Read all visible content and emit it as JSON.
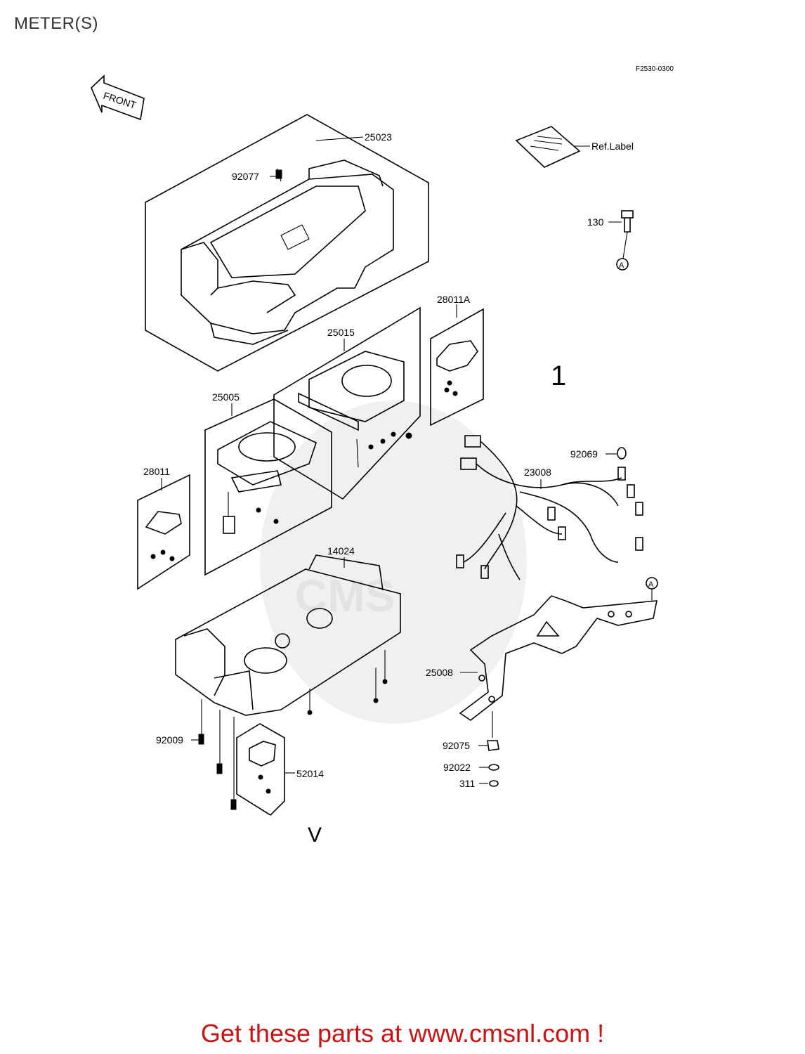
{
  "header": {
    "title": "METER(S)"
  },
  "diagram": {
    "code": "F2530-0300",
    "front_label": "FRONT",
    "ref_label": "Ref.Label",
    "callouts": {
      "c25023": "25023",
      "c92077": "92077",
      "c130": "130",
      "c28011A": "28011A",
      "c25015": "25015",
      "c25005": "25005",
      "c92069": "92069",
      "c23008": "23008",
      "c28011": "28011",
      "c14024": "14024",
      "c25008": "25008",
      "c92009": "92009",
      "c52014": "52014",
      "c92075": "92075",
      "c92022": "92022",
      "c311": "311"
    },
    "ref_marker": "A",
    "section_mark_1": "1",
    "section_mark_2": "V",
    "watermark": "CMS"
  },
  "footer": {
    "text": "Get these parts at www.cmsnl.com !"
  }
}
